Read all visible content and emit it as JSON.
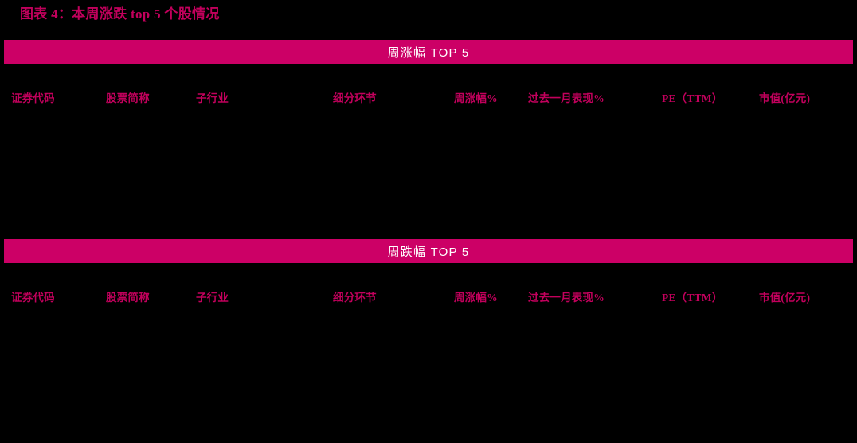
{
  "page": {
    "background_color": "#000000",
    "accent_color": "#CC0066",
    "text_accent_color": "#C2005C",
    "band_text_color": "#FFFFFF"
  },
  "figure": {
    "title": "图表 4：本周涨跌 top 5 个股情况"
  },
  "tables": [
    {
      "id": "gainers",
      "band_title": "周涨幅 TOP 5",
      "columns": [
        "证券代码",
        "股票简称",
        "子行业",
        "细分环节",
        "周涨幅%",
        "过去一月表现%",
        "PE（TTM）",
        "市值(亿元)"
      ],
      "rows": []
    },
    {
      "id": "losers",
      "band_title": "周跌幅 TOP 5",
      "columns": [
        "证券代码",
        "股票简称",
        "子行业",
        "细分环节",
        "周涨幅%",
        "过去一月表现%",
        "PE（TTM）",
        "市值(亿元)"
      ],
      "rows": []
    }
  ]
}
